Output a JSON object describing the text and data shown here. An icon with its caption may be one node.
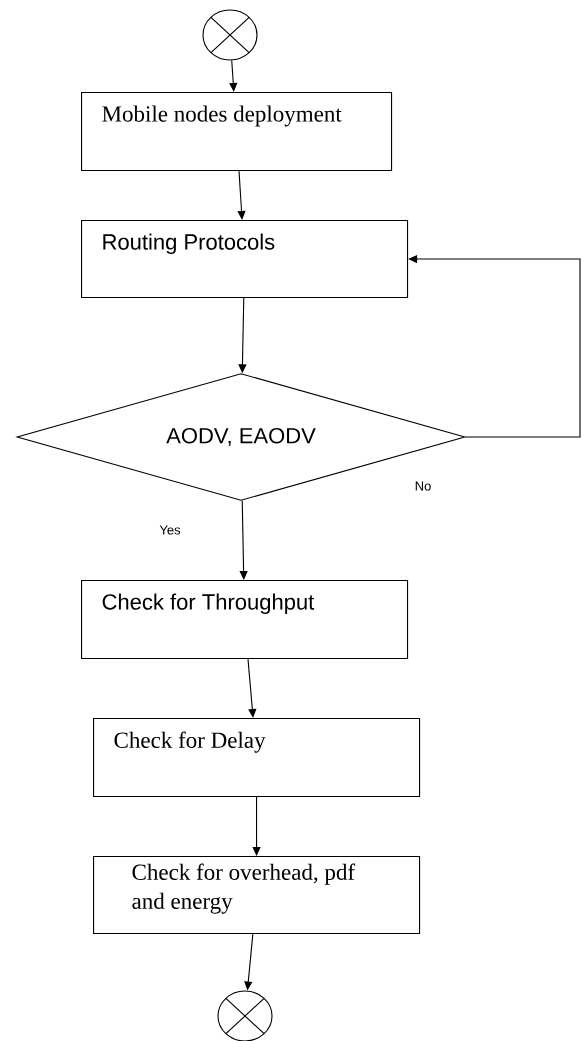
{
  "diagram": {
    "nodes": [
      {
        "text": [],
        "shape": "circle"
      },
      {
        "text": [
          "Mobile nodes deployment"
        ]
      },
      {
        "text": [
          "Routing Protocols"
        ]
      },
      {
        "text": [
          "AODV, EAODV"
        ]
      },
      {
        "text": [
          "Check for Throughput"
        ]
      },
      {
        "text": [
          "Check for Delay"
        ]
      },
      {
        "text": [
          "Check for overhead, pdf and energy"
        ]
      },
      {
        "text": [],
        "shape": "circle"
      }
    ],
    "edges": [
      {
        "from": 0,
        "to": 1,
        "arrow": "to"
      },
      {
        "from": 1,
        "to": 2,
        "arrow": "to"
      },
      {
        "from": 2,
        "to": 3,
        "arrow": "to"
      },
      {
        "from": 3,
        "to": 4,
        "arrow": "to",
        "label": "Yes"
      },
      {
        "from": 3,
        "to": 2,
        "arrow": "to",
        "label": "No"
      },
      {
        "from": 4,
        "to": 5,
        "arrow": "to"
      },
      {
        "from": 5,
        "to": 6,
        "arrow": "to"
      },
      {
        "from": 6,
        "to": 7,
        "arrow": "to"
      }
    ]
  }
}
